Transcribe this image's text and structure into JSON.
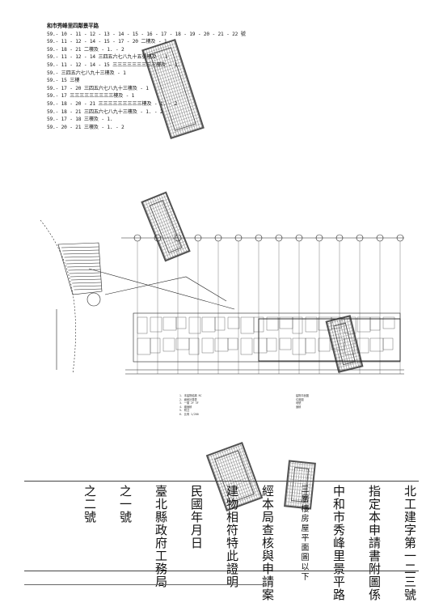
{
  "document": {
    "address_title": "和市秀峰里四鄰景平路",
    "address_lines": [
      "59.- 10 - 11 - 12 - 13 - 14 - 15 - 16 - 17 - 18 - 19 - 20 - 21 - 22 號",
      "59.- 11 - 12 - 14 - 15 - 17 - 20 二樓及 - 1",
      "59.- 18 - 21 二樓及 - 1. - 2",
      "59.- 11 - 12 - 14 三四五六七八九十五號樓及 - 1",
      "59.- 11 - 12 - 14 - 15 三三三三三三三三三樓及 - 1.",
      "59.- 三四五六七八九十三樓及 - 1",
      "59.- 15 三樓",
      "59.- 17 - 20 三四五六七八九十三樓及 - 1",
      "59.- 17 三三三三三三三三三樓及 - 1",
      "59.- 18 - 20 - 21 三三三三三三三三三樓及 - 1. - 2",
      "59.- 18 - 21 三四五六七八九十三樓及 - 1. - 2",
      "59.- 17 - 18 三樓及 - 1.",
      "59.- 20 - 21 三樓及 - 1. - 2"
    ],
    "certificate_columns": [
      "北工建字第一二三號",
      "指定本申請書附圖係",
      "中和市秀峰里景平路",
      "三層樓房屋平面圖以下",
      "經本局查核與申請案",
      "建物相符特此證明",
      "民國年月日",
      "臺北縣政府工務局",
      "之一號",
      "之二號"
    ],
    "notes_left": [
      "1. 本建物結構 RC",
      "2. 面積計算表",
      "3. 一層 2F 3F",
      "4. 總面積",
      "5. 附註",
      "6. 比例 1/200"
    ],
    "notes_right": [
      "建物平面圖",
      "位置圖",
      "地號",
      "面積"
    ]
  }
}
